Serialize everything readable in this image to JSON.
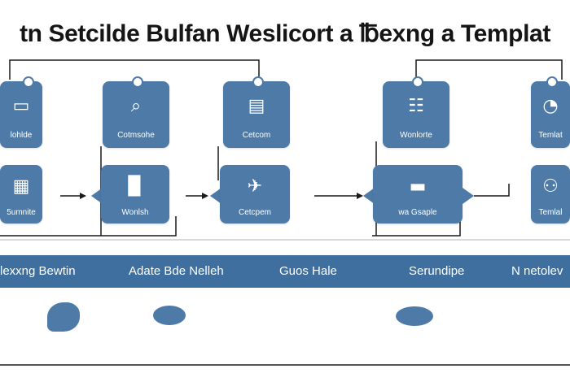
{
  "title": "tn Setcilde Bulfan Weslicort a ℔exng a Templat",
  "top_tags": [
    {
      "label": "lohlde",
      "icon": "machine-icon",
      "glyph": "▭"
    },
    {
      "label": "Cotmsohe",
      "icon": "magnifier-icon",
      "glyph": "⌕"
    },
    {
      "label": "Cetcom",
      "icon": "sign-icon",
      "glyph": "▤"
    },
    {
      "label": "Wonlorte",
      "icon": "building-icon",
      "glyph": "☷"
    },
    {
      "label": "Temlat",
      "icon": "globe-icon",
      "glyph": "◔"
    }
  ],
  "row2_boxes": [
    {
      "label": "5umnite",
      "icon": "panel-icon",
      "glyph": "▦"
    },
    {
      "label": "Wonlsh",
      "icon": "chart-icon",
      "glyph": "▉"
    },
    {
      "label": "Cetcpem",
      "icon": "truck-icon",
      "glyph": "✈"
    },
    {
      "label": "wa Gsaple",
      "icon": "device-icon",
      "glyph": "▬"
    },
    {
      "label": "Temlal",
      "icon": "bird-icon",
      "glyph": "⚇"
    }
  ],
  "band": {
    "segments": [
      "lexxng Bewtin",
      "Adate Bde Nelleh",
      "Guos Hale",
      "Serundipe",
      "N netolev"
    ]
  },
  "bottom_icons": [
    {
      "icon": "fish-icon",
      "glyph": "❧"
    },
    {
      "icon": "pill-icon",
      "glyph": "●"
    },
    {
      "icon": "pill-icon",
      "glyph": "●"
    }
  ],
  "colors": {
    "accent": "#4d7aa6",
    "band": "#3f6f9f",
    "line": "#1a1a1a"
  }
}
